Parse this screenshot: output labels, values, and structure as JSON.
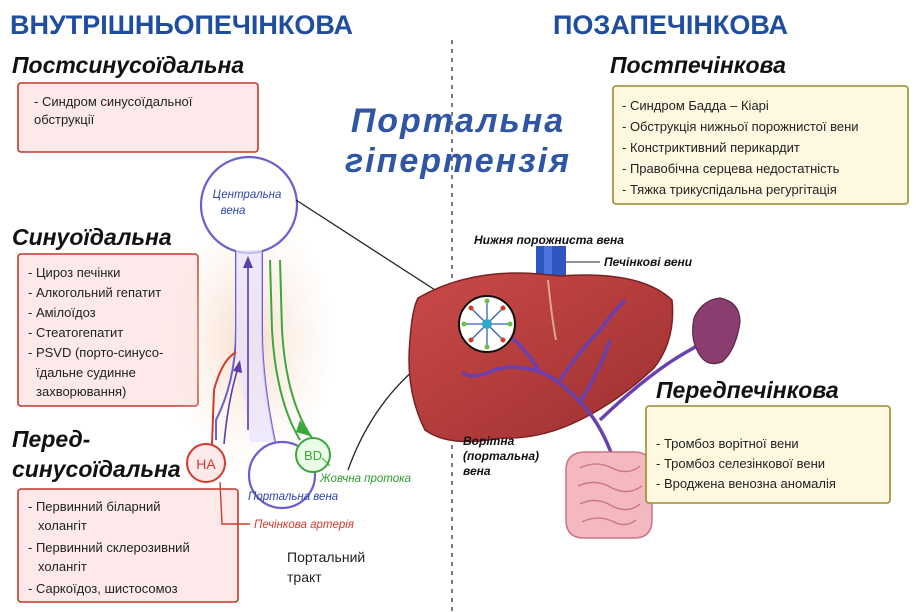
{
  "headings": {
    "intrahepatic": "ВНУТРІШНЬОПЕЧІНКОВА",
    "extrahepatic": "ПОЗАПЕЧІНКОВА"
  },
  "center_title": {
    "line1": "Портальна",
    "line2": "гіпертензія"
  },
  "postsinusoidal": {
    "title": "Постсинусоїдальна",
    "items": [
      "- Синдром синусоїдальної",
      "обструкції"
    ]
  },
  "sinusoidal": {
    "title": "Синуоїдальна",
    "items": [
      "- Цироз печінки",
      "- Алкогольний гепатит",
      "- Амілоїдоз",
      "- Стеатогепатит",
      "- PSVD (порто-синусо-",
      "їдальне судинне",
      "захворювання)"
    ]
  },
  "presinusoidal": {
    "title_line1": "Перед-",
    "title_line2": "синусоїдальна",
    "items": [
      "- Первинний біларний",
      "холангіт",
      "- Первинний склерозивний",
      "холангіт",
      "- Саркоїдоз, шистосомоз"
    ]
  },
  "posthepatic": {
    "title": "Постпечінкова",
    "items": [
      "- Синдром Бадда – Кіарі",
      "- Обструкція нижньої порожнистої вени",
      "- Констриктивний перикардит",
      "- Правобічна серцева недостатність",
      "- Тяжка трикуспідальна регургітація"
    ]
  },
  "prehepatic": {
    "title": "Передпечінкова",
    "items": [
      "- Тромбоз ворітної вени",
      "- Тромбоз селезінкової вени",
      "- Вроджена венозна аномалія"
    ]
  },
  "lobule_labels": {
    "central_vein_line1": "Центральна",
    "central_vein_line2": "вена",
    "portal_vein": "Портальна вена",
    "ha": "HA",
    "bd": "BD",
    "bile_duct": "Жовчна протока",
    "hepatic_artery": "Печінкова артерія",
    "portal_tract_line1": "Портальний",
    "portal_tract_line2": "тракт"
  },
  "liver_labels": {
    "ivc": "Нижня порожниста вена",
    "hepatic_veins": "Печінкові вени",
    "portal_vein_line1": "Ворітна",
    "portal_vein_line2": "(портальна)",
    "portal_vein_line3": "вена"
  },
  "colors": {
    "heading_blue": "#1f4e9e",
    "title_blue": "#2f55a4",
    "pink_box_border": "#c0392b",
    "pink_box_fill": "#fde9ea",
    "yellow_box_border": "#9c8a2e",
    "yellow_box_fill": "#fdf8df",
    "liver": "#b8393a",
    "vein_purple": "#5b3fa8",
    "bile_green": "#3aa83a",
    "artery_red": "#d13b2e"
  }
}
